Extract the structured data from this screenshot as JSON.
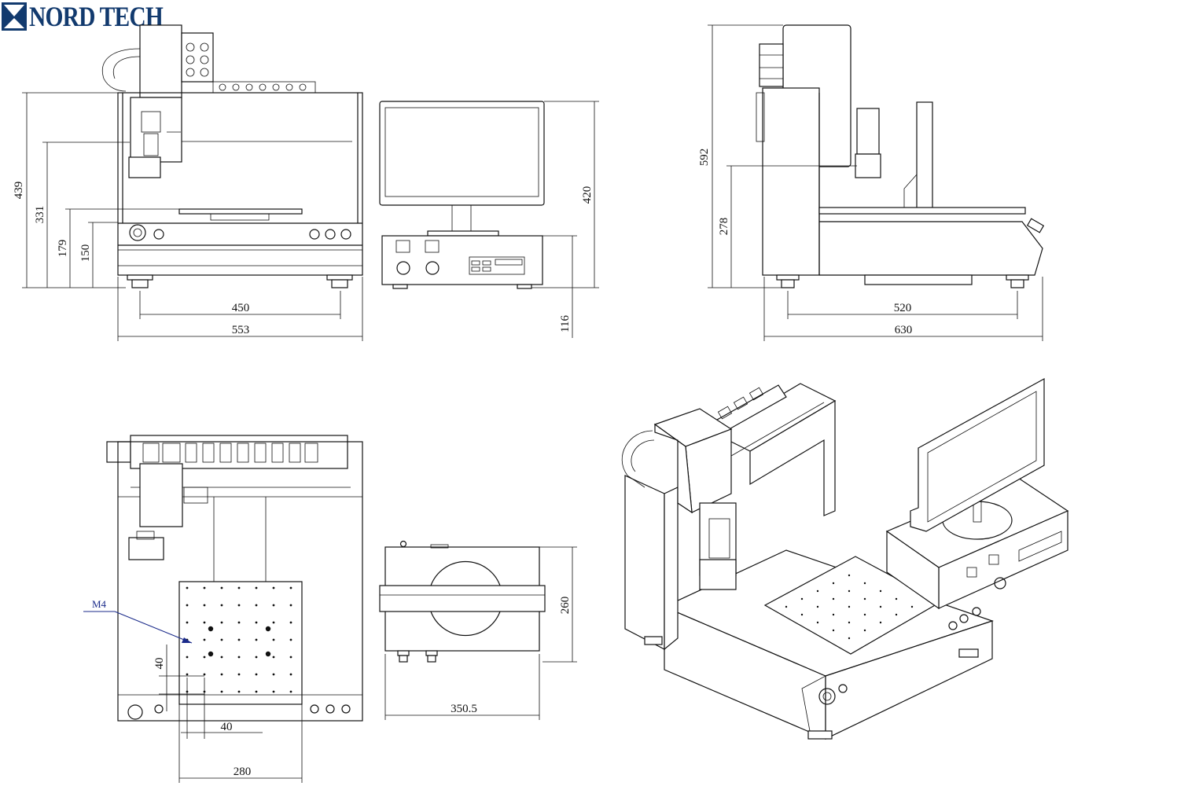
{
  "brand": {
    "name": "NORD TECH",
    "color": "#123a6e"
  },
  "views": {
    "front": {
      "height_overall": "439",
      "height_arm": "331",
      "height_table": "179",
      "height_panel": "150",
      "foot_span": "450",
      "width_overall": "553"
    },
    "monitor_unit": {
      "height_overall": "420",
      "height_base": "116"
    },
    "side": {
      "height_overall": "592",
      "height_table": "278",
      "foot_span": "520",
      "depth_overall": "630"
    },
    "top": {
      "thread_label": "M4",
      "hole_pitch_y": "40",
      "hole_pitch_x": "40",
      "plate_width": "280"
    },
    "monitor_top": {
      "depth": "260",
      "width": "350.5"
    }
  },
  "colors": {
    "line": "#111111",
    "leader": "#1a2a8a"
  }
}
